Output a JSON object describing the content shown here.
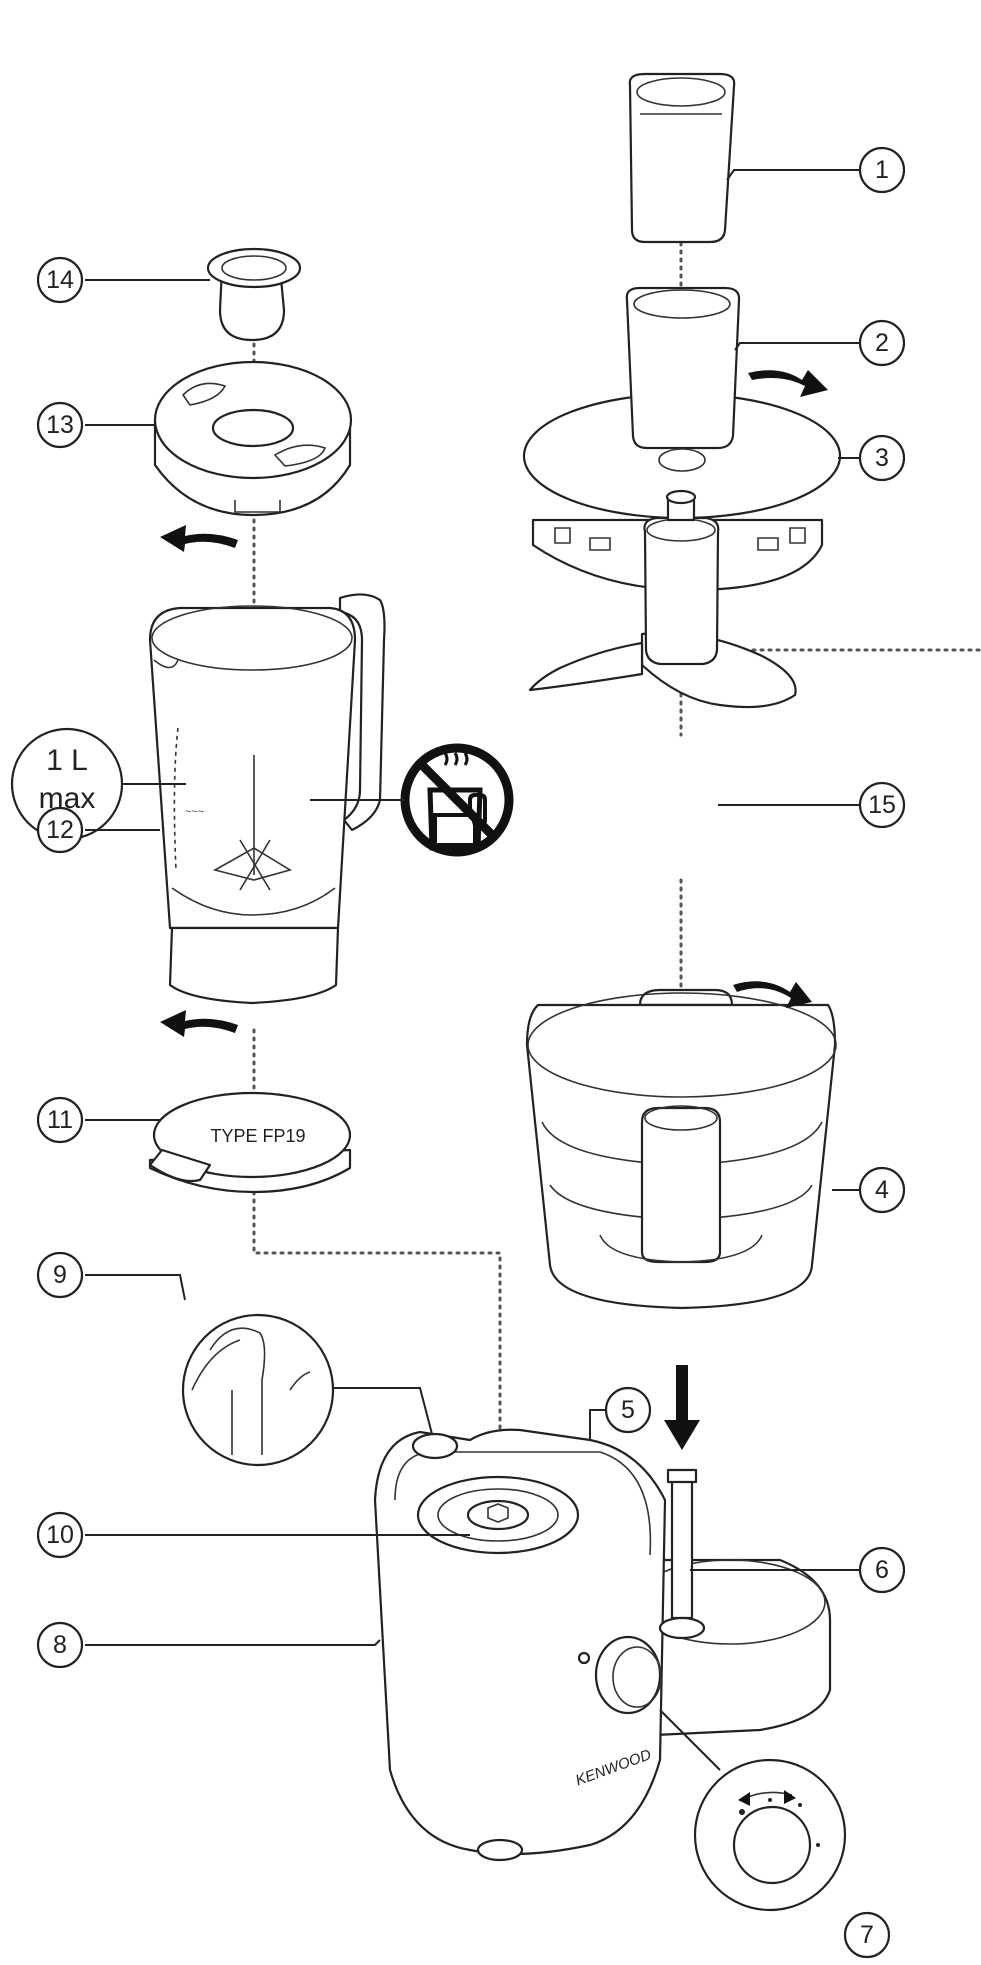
{
  "callouts": {
    "c1": "1",
    "c2": "2",
    "c3": "3",
    "c4": "4",
    "c5": "5",
    "c6": "6",
    "c7": "7",
    "c8": "8",
    "c9": "9",
    "c10": "10",
    "c11": "11",
    "c12": "12",
    "c13": "13",
    "c14": "14",
    "c15": "15"
  },
  "jug": {
    "capacity_line1": "1 L",
    "capacity_line2": "max"
  },
  "base_plate": {
    "type_label": "TYPE FP19"
  },
  "motor_unit": {
    "brand": "KENWOOD"
  },
  "icons": {
    "no_hot_liquids": "no-hot-liquids-icon"
  }
}
